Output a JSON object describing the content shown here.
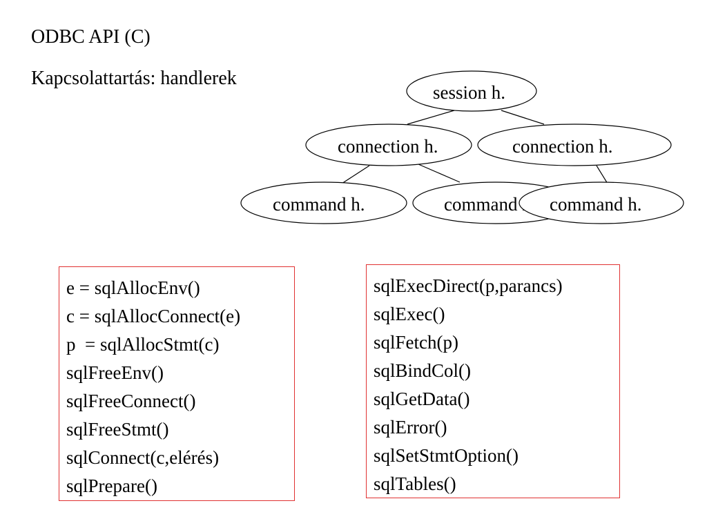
{
  "slide": {
    "title": "ODBC API (C)",
    "subtitle": "Kapcsolattartás: handlerek"
  },
  "tree": {
    "root": "session h.",
    "connections": [
      "connection h.",
      "connection h."
    ],
    "commands": [
      "command h.",
      "command h.",
      "command h."
    ]
  },
  "left_box": {
    "items": [
      "e = sqlAllocEnv()",
      "c = sqlAllocConnect(e)",
      "p  = sqlAllocStmt(c)",
      "sqlFreeEnv()",
      "sqlFreeConnect()",
      "sqlFreeStmt()",
      "sqlConnect(c,elérés)",
      "sqlPrepare()"
    ]
  },
  "right_box": {
    "items": [
      "sqlExecDirect(p,parancs)",
      "sqlExec()",
      "sqlFetch(p)",
      "sqlBindCol()",
      "sqlGetData()",
      "sqlError()",
      "sqlSetStmtOption()",
      "sqlTables()"
    ]
  },
  "colors": {
    "box_border": "#e03030",
    "text": "#000000",
    "background": "#ffffff"
  }
}
